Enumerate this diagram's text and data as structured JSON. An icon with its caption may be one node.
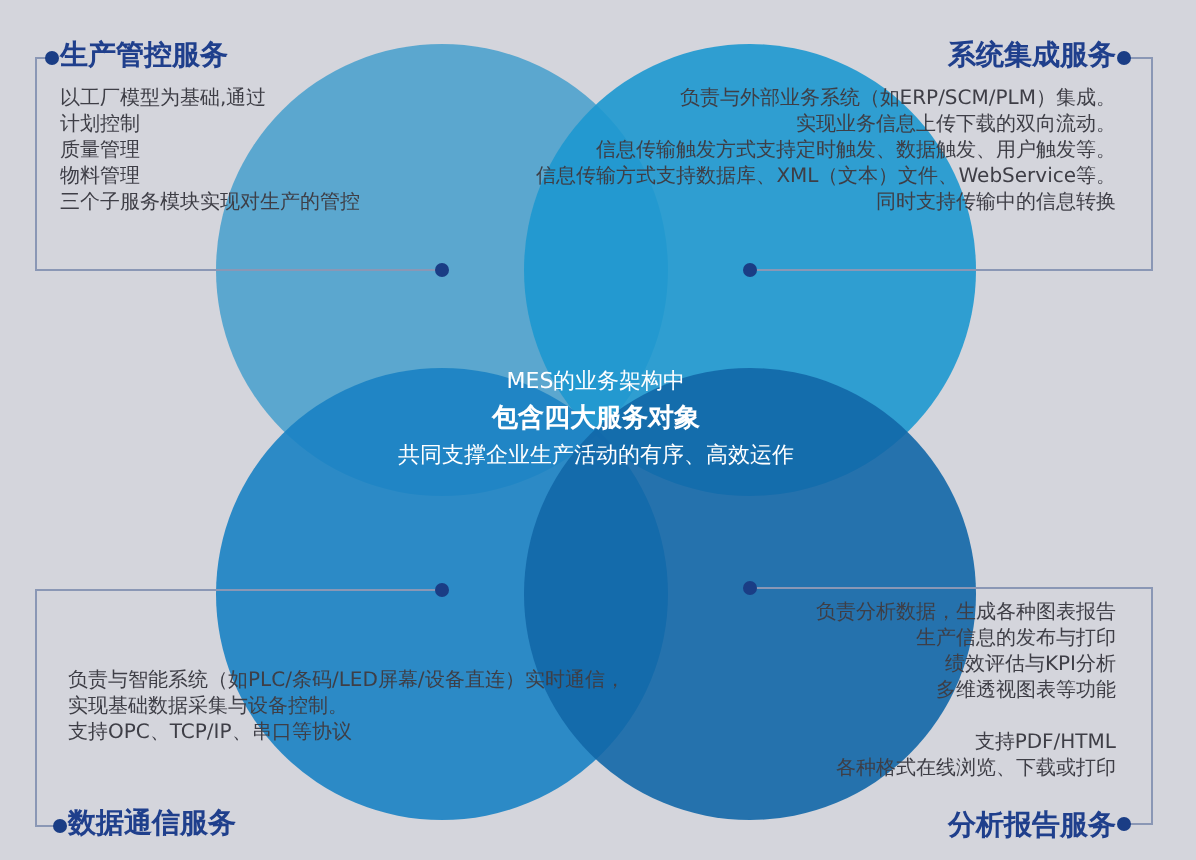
{
  "diagram": {
    "nodes": [
      {
        "text": [],
        "shape": "circle"
      },
      {
        "text": [],
        "shape": "circle"
      },
      {
        "text": [],
        "shape": "circle"
      },
      {
        "text": [],
        "shape": "circle"
      },
      {
        "text": [
          "生产管控服务",
          "以工厂模型为基础,通过",
          "计划控制",
          "质量管理",
          "物料管理",
          "三个子服务模块实现对生产的管控"
        ]
      },
      {
        "text": [
          "系统集成服务",
          "负责与外部业务系统（如ERP/SCM/PLM）集成。",
          "实现业务信息上传下载的双向流动。",
          "信息传输触发方式支持定时触发、数据触发、用户触发等。",
          "信息传输方式支持数据库、XML（文本）文件、WebService等。",
          "同时支持传输中的信息转换"
        ]
      },
      {
        "text": [
          "负责与智能系统（如PLC/条码/LED屏幕/设备直连）实时通信，",
          "实现基础数据采集与设备控制。",
          "支持OPC、TCP/IP、串口等协议",
          "数据通信服务"
        ]
      },
      {
        "text": [
          "负责分析数据，生成各种图表报告",
          "生产信息的发布与打印",
          "绩效评估与KPI分析",
          "多维透视图表等功能",
          "支持PDF/HTML",
          "各种格式在线浏览、下载或打印",
          "分析报告服务"
        ]
      }
    ],
    "edges": [
      {
        "from": 4,
        "to": 0,
        "arrow": "other"
      },
      {
        "from": 5,
        "to": 1,
        "arrow": "other"
      },
      {
        "from": 6,
        "to": 2,
        "arrow": "other"
      },
      {
        "from": 7,
        "to": 3,
        "arrow": "other"
      }
    ],
    "labels": [
      "MES的业务架构中",
      "包含四大服务对象",
      "共同支撑企业生产活动的有序、高效运作"
    ]
  }
}
